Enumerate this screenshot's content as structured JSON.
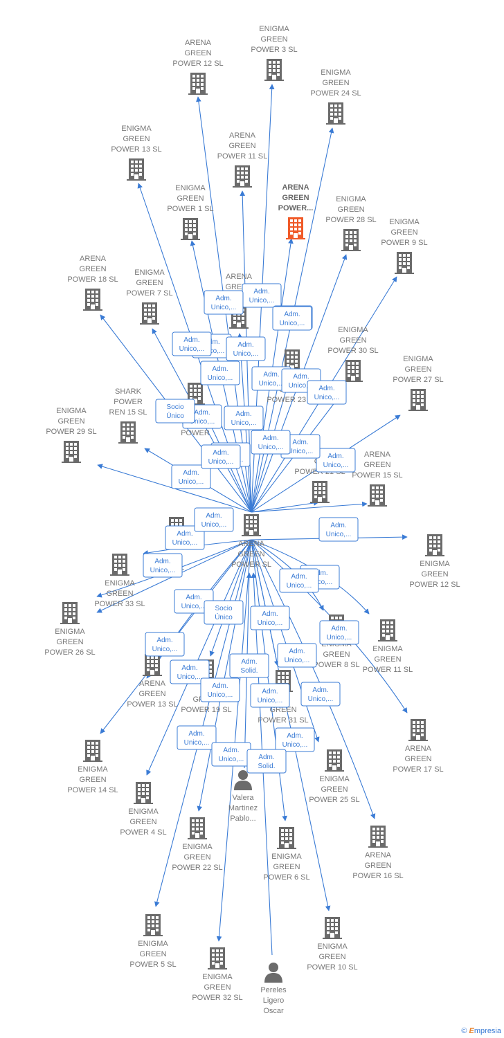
{
  "colors": {
    "edge": "#3a7bd5",
    "company": "#6b6b6b",
    "focus": "#f05a28",
    "person": "#6b6b6b"
  },
  "center": {
    "id": "c",
    "lines": [
      "ARENA",
      "GREEN",
      "POWER  SL"
    ]
  },
  "nodes": [
    {
      "id": "n1",
      "type": "company",
      "lines": [
        "ARENA",
        "GREEN",
        "POWER 12  SL"
      ]
    },
    {
      "id": "n2",
      "type": "company",
      "lines": [
        "ENIGMA",
        "GREEN",
        "POWER 3  SL"
      ]
    },
    {
      "id": "n3",
      "type": "company",
      "lines": [
        "ENIGMA",
        "GREEN",
        "POWER 24  SL"
      ]
    },
    {
      "id": "n4",
      "type": "company",
      "lines": [
        "ENIGMA",
        "GREEN",
        "POWER 13  SL"
      ]
    },
    {
      "id": "n5",
      "type": "company",
      "lines": [
        "ARENA",
        "GREEN",
        "POWER 11  SL"
      ]
    },
    {
      "id": "n6",
      "type": "focus",
      "lines": [
        "ARENA",
        "GREEN",
        "POWER..."
      ]
    },
    {
      "id": "n7",
      "type": "company",
      "lines": [
        "ENIGMA",
        "GREEN",
        "POWER 1  SL"
      ]
    },
    {
      "id": "n8",
      "type": "company",
      "lines": [
        "ENIGMA",
        "GREEN",
        "POWER 28  SL"
      ]
    },
    {
      "id": "n9",
      "type": "company",
      "lines": [
        "ENIGMA",
        "GREEN",
        "POWER 9  SL"
      ]
    },
    {
      "id": "n10",
      "type": "company",
      "lines": [
        "ARENA",
        "GREEN",
        "POWER 18  SL"
      ]
    },
    {
      "id": "n11",
      "type": "company",
      "lines": [
        "ENIGMA",
        "GREEN",
        "POWER 7  SL"
      ]
    },
    {
      "id": "n12",
      "type": "company",
      "lines": [
        "ARENA",
        "GREEN",
        ""
      ]
    },
    {
      "id": "n13",
      "type": "company",
      "lines": [
        "",
        "GREEN",
        "POWER 23  SL"
      ]
    },
    {
      "id": "n14",
      "type": "company",
      "lines": [
        "ENIGMA",
        "GREEN",
        "POWER 30  SL"
      ]
    },
    {
      "id": "n15",
      "type": "company",
      "lines": [
        "",
        "GREEN",
        "POWER"
      ]
    },
    {
      "id": "n16",
      "type": "company",
      "lines": [
        "ENIGMA",
        "GREEN",
        "POWER 27  SL"
      ]
    },
    {
      "id": "n17",
      "type": "company",
      "lines": [
        "SHARK",
        "POWER",
        "REN 15  SL"
      ]
    },
    {
      "id": "n18",
      "type": "company",
      "lines": [
        "ENIGMA",
        "GREEN",
        "POWER 29  SL"
      ]
    },
    {
      "id": "n19",
      "type": "company",
      "lines": [
        "ARENA",
        "GREEN",
        "POWER 15  SL"
      ]
    },
    {
      "id": "n20",
      "type": "company",
      "lines": [
        "",
        "GR",
        "POWER 21  SL"
      ]
    },
    {
      "id": "n21",
      "type": "company",
      "lines": [
        "ENIGMA",
        "GREEN",
        "POWER 12  SL"
      ]
    },
    {
      "id": "n22",
      "type": "company",
      "lines": [
        "",
        "EN",
        "5  SL"
      ]
    },
    {
      "id": "n23",
      "type": "company",
      "lines": [
        "ENIGMA",
        "GREEN",
        "POWER 33  SL"
      ]
    },
    {
      "id": "n24",
      "type": "company",
      "lines": [
        "ENIGMA",
        "GREEN",
        "POWER 26  SL"
      ]
    },
    {
      "id": "n25",
      "type": "company",
      "lines": [
        "ENIGMA",
        "GREEN",
        "POWER 8  SL"
      ]
    },
    {
      "id": "n26",
      "type": "company",
      "lines": [
        "ENIGMA",
        "GREEN",
        "POWER 11  SL"
      ]
    },
    {
      "id": "n27",
      "type": "company",
      "lines": [
        "ARENA",
        "GREEN",
        "POWER 13  SL"
      ]
    },
    {
      "id": "n28",
      "type": "company",
      "lines": [
        "AR",
        "GREEN",
        "POWER 19  SL"
      ]
    },
    {
      "id": "n29",
      "type": "company",
      "lines": [
        "",
        "GREEN",
        "POWER 31  SL"
      ]
    },
    {
      "id": "n30",
      "type": "company",
      "lines": [
        "ARENA",
        "GREEN",
        "POWER 17  SL"
      ]
    },
    {
      "id": "n31",
      "type": "company",
      "lines": [
        "ENIGMA",
        "GREEN",
        "POWER 14  SL"
      ]
    },
    {
      "id": "n32",
      "type": "person",
      "lines": [
        "Valera",
        "Martinez",
        "Pablo..."
      ]
    },
    {
      "id": "n33",
      "type": "company",
      "lines": [
        "ENIGMA",
        "GREEN",
        "POWER 25  SL"
      ]
    },
    {
      "id": "n34",
      "type": "company",
      "lines": [
        "ENIGMA",
        "GREEN",
        "POWER 4  SL"
      ]
    },
    {
      "id": "n35",
      "type": "company",
      "lines": [
        "ENIGMA",
        "GREEN",
        "POWER 22  SL"
      ]
    },
    {
      "id": "n36",
      "type": "company",
      "lines": [
        "ENIGMA",
        "GREEN",
        "POWER 6  SL"
      ]
    },
    {
      "id": "n37",
      "type": "company",
      "lines": [
        "ARENA",
        "GREEN",
        "POWER 16  SL"
      ]
    },
    {
      "id": "n38",
      "type": "company",
      "lines": [
        "ENIGMA",
        "GREEN",
        "POWER 5  SL"
      ]
    },
    {
      "id": "n39",
      "type": "company",
      "lines": [
        "ENIGMA",
        "GREEN",
        "POWER 32  SL"
      ]
    },
    {
      "id": "n40",
      "type": "person",
      "lines": [
        "Pereles",
        "Ligero",
        "Oscar"
      ]
    },
    {
      "id": "n41",
      "type": "company",
      "lines": [
        "ENIGMA",
        "GREEN",
        "POWER 10  SL"
      ]
    }
  ],
  "edges": [
    {
      "id": "e1",
      "target": "n1",
      "label": [
        "Adm.",
        "Unico,..."
      ]
    },
    {
      "id": "e2",
      "target": "n2",
      "label": [
        "Adm.",
        "Unico,..."
      ]
    },
    {
      "id": "e3",
      "target": "n3",
      "label": [
        "Adm.",
        "Unico,..."
      ]
    },
    {
      "id": "e4",
      "target": "n4",
      "label": [
        "Adm.",
        "Unico,..."
      ]
    },
    {
      "id": "e5",
      "target": "n5",
      "label": [
        "Adm.",
        "Unico,..."
      ]
    },
    {
      "id": "e6",
      "target": "n6",
      "label": [
        "Adm.",
        "Unico,..."
      ]
    },
    {
      "id": "e7",
      "target": "n7",
      "label": [
        "Adm.",
        "Unico,..."
      ]
    },
    {
      "id": "e8",
      "target": "n8",
      "label": [
        "Adm.",
        "Unico,..."
      ]
    },
    {
      "id": "e9",
      "target": "n9",
      "label": [
        "Adm.",
        "Unico,..."
      ]
    },
    {
      "id": "e10",
      "target": "n10",
      "label": [
        "Adm.",
        "Unico,..."
      ]
    },
    {
      "id": "e11",
      "target": "n11",
      "label": [
        "Adm.",
        "Unico,..."
      ]
    },
    {
      "id": "e12",
      "target": "n16",
      "label": [
        "Adm.",
        "Unico,..."
      ]
    },
    {
      "id": "e13",
      "target": "n17",
      "label": [
        "Socio",
        "Único"
      ]
    },
    {
      "id": "e14",
      "target": "n18",
      "label": [
        "Adm.",
        "Unico,..."
      ]
    },
    {
      "id": "e15",
      "target": "n19",
      "label": [
        "Adm.",
        "Unico,..."
      ]
    },
    {
      "id": "e16",
      "target": "n21",
      "label": [
        "Adm.",
        "Unico,..."
      ]
    },
    {
      "id": "e17",
      "target": "n23",
      "label": [
        "Adm.",
        "Unico,..."
      ]
    },
    {
      "id": "e18",
      "target": "n22",
      "label": [
        "Adm.",
        "Unico,..."
      ]
    },
    {
      "id": "e19",
      "target": "n26",
      "label": [
        "Adm.",
        "Unico,..."
      ]
    },
    {
      "id": "e20",
      "target": "n25",
      "label": [
        "Adm.",
        "Unico,..."
      ]
    },
    {
      "id": "e21",
      "target": "n30",
      "label": [
        "Adm.",
        "Unico,..."
      ]
    },
    {
      "id": "e22",
      "target": "n31",
      "label": [
        "Adm.",
        "Unico,..."
      ]
    },
    {
      "id": "e23",
      "target": "n27",
      "label": [
        "Adm.",
        "Unico,..."
      ]
    },
    {
      "id": "e24",
      "target": "n28",
      "label": [
        "Socio",
        "Único"
      ]
    },
    {
      "id": "e25",
      "target": "n29",
      "label": [
        "Adm.",
        "Unico,..."
      ]
    },
    {
      "id": "e26",
      "target": "n34",
      "label": [
        "Adm.",
        "Unico,..."
      ]
    },
    {
      "id": "e27",
      "target": "n33",
      "label": [
        "Adm.",
        "Unico,..."
      ]
    },
    {
      "id": "e28",
      "target": "n35",
      "label": [
        "Adm.",
        "Unico,..."
      ]
    },
    {
      "id": "e29",
      "target": "n36",
      "label": [
        "Adm.",
        "Unico,..."
      ]
    },
    {
      "id": "e30",
      "target": "n37",
      "label": [
        "Adm.",
        "Unico,..."
      ]
    },
    {
      "id": "e31",
      "target": "n38",
      "label": [
        "Adm.",
        "Unico,..."
      ]
    },
    {
      "id": "e32",
      "target": "n39",
      "label": [
        "Adm.",
        "Unico,..."
      ]
    },
    {
      "id": "e33",
      "target": "n41",
      "label": [
        "Adm.",
        "Unico,..."
      ]
    },
    {
      "id": "e34",
      "target": "n32",
      "label": [
        "Adm.",
        "Solid."
      ]
    },
    {
      "id": "e35",
      "target": "n40",
      "label": [
        "Adm.",
        "Solid."
      ]
    },
    {
      "id": "e36",
      "target": "n12",
      "label": [
        "Adm.",
        "Unico,..."
      ]
    },
    {
      "id": "e37",
      "target": "n13",
      "label": [
        "Adm.",
        "Unico,..."
      ]
    },
    {
      "id": "e38",
      "target": "n14",
      "label": [
        "Adm.",
        "Unico,..."
      ]
    },
    {
      "id": "e39",
      "target": "n15",
      "label": [
        "Adm.",
        "Unico,..."
      ]
    },
    {
      "id": "e40",
      "target": "n20",
      "label": [
        "Adm.",
        "Unico,..."
      ]
    },
    {
      "id": "e41",
      "target": "n24",
      "label": [
        "Adm.",
        "Unico,..."
      ]
    }
  ],
  "footer": {
    "copyright": "©",
    "brand_first": "E",
    "brand_rest": "mpresia"
  }
}
